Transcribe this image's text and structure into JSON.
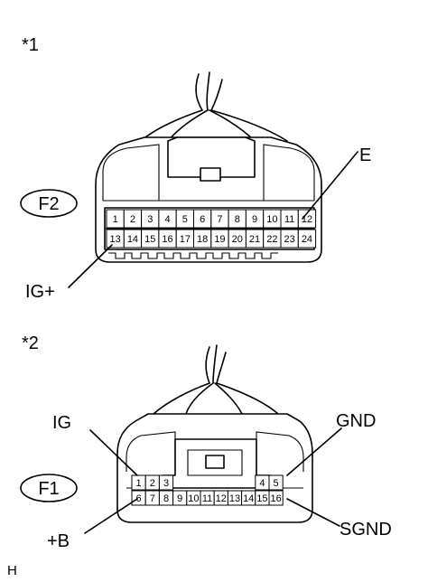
{
  "figure_id": "H",
  "connectors": [
    {
      "tag": "*1",
      "code": "F2",
      "pins_top": [
        "1",
        "2",
        "3",
        "4",
        "5",
        "6",
        "7",
        "8",
        "9",
        "10",
        "11",
        "12"
      ],
      "pins_bottom": [
        "13",
        "14",
        "15",
        "16",
        "17",
        "18",
        "19",
        "20",
        "21",
        "22",
        "23",
        "24"
      ],
      "callouts": {
        "right": "E",
        "left": "IG+"
      }
    },
    {
      "tag": "*2",
      "code": "F1",
      "pins_top_left": [
        "1",
        "2",
        "3"
      ],
      "pins_top_right": [
        "4",
        "5"
      ],
      "pins_bottom": [
        "6",
        "7",
        "8",
        "9",
        "10",
        "11",
        "12",
        "13",
        "14",
        "15",
        "16"
      ],
      "callouts": {
        "top_left": "IG",
        "top_right": "GND",
        "bottom_left": "+B",
        "bottom_right": "SGND"
      }
    }
  ]
}
